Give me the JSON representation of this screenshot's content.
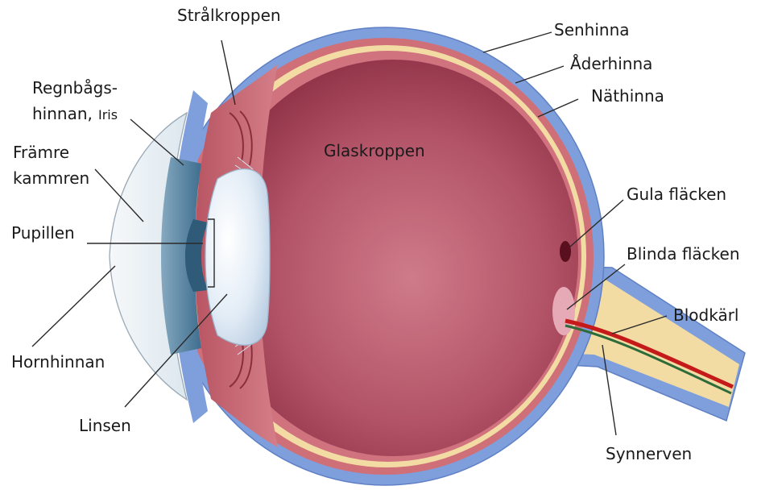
{
  "diagram": {
    "labels": {
      "stralkroppen": "Strålkroppen",
      "senhinna": "Senhinna",
      "aderhinna": "Åderhinna",
      "nathinna": "Näthinna",
      "regnbags_line1": "Regnbågs-",
      "regnbags_line2": "hinnan,",
      "iris": "Iris",
      "framre_line1": "Främre",
      "framre_line2": "kammren",
      "glaskroppen": "Glaskroppen",
      "pupillen": "Pupillen",
      "gula_flacken": "Gula fläcken",
      "blinda_flacken": "Blinda fläcken",
      "blodkarl": "Blodkärl",
      "hornhinnan": "Hornhinnan",
      "linsen": "Linsen",
      "synnerven": "Synnerven"
    },
    "colors": {
      "sclera": "#7f9fdc",
      "sclera_edge": "#5f80c4",
      "choroid": "#cf6f78",
      "retina": "#f3dca4",
      "vitreous_center": "#c8707f",
      "vitreous_edge": "#8e3045",
      "lens": "#e4eef8",
      "iris": "#5a87a5",
      "cornea": "#eaf0f4",
      "blood_red": "#c41a1a",
      "blood_green": "#2e6b3a",
      "macula": "#5a0f1e",
      "blind_spot": "#e6a9b6"
    }
  }
}
